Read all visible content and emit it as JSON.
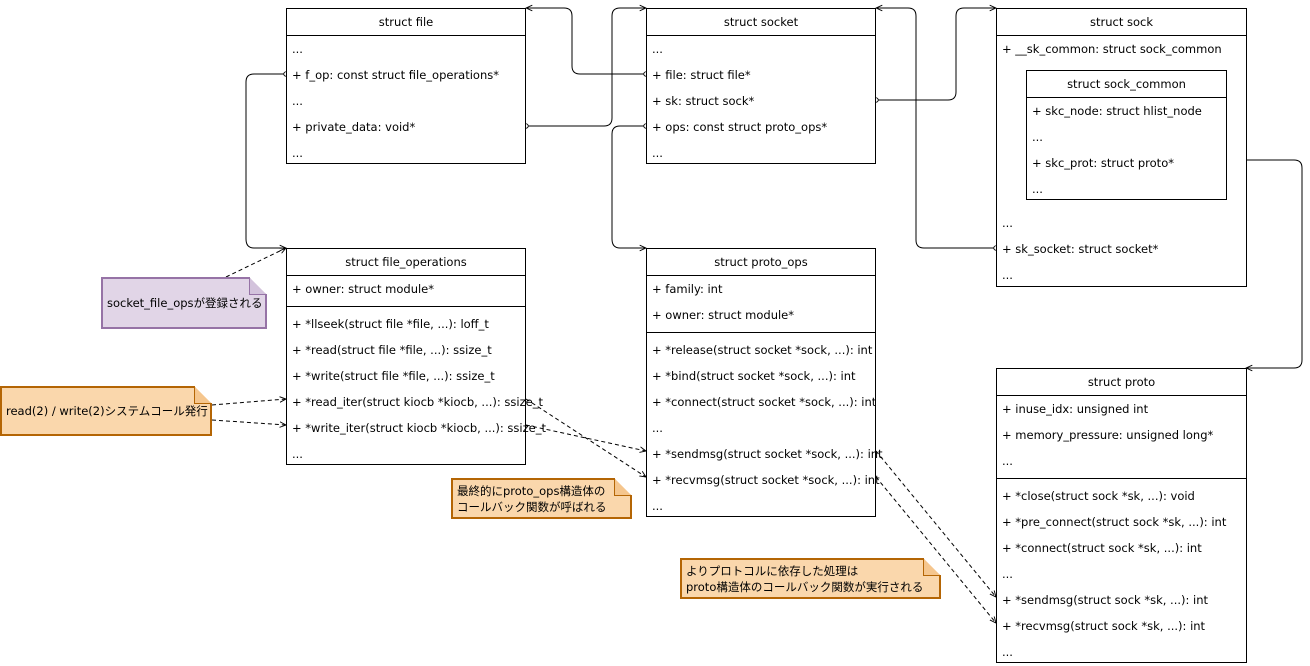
{
  "classes": {
    "file": {
      "title": "struct file",
      "rows": [
        "...",
        "+ f_op: const struct file_operations*",
        "...",
        "+ private_data: void*",
        "..."
      ]
    },
    "socket": {
      "title": "struct socket",
      "rows": [
        "...",
        "+ file: struct file*",
        "+ sk: struct sock*",
        "+ ops: const struct proto_ops*",
        "..."
      ]
    },
    "sock": {
      "title": "struct sock",
      "rows_top": [
        "+ __sk_common: struct sock_common"
      ],
      "rows_bottom": [
        "...",
        "+ sk_socket: struct socket*",
        "..."
      ]
    },
    "sock_common": {
      "title": "struct sock_common",
      "rows": [
        "+ skc_node: struct hlist_node",
        "...",
        "+ skc_prot: struct proto*",
        "..."
      ]
    },
    "file_operations": {
      "title": "struct file_operations",
      "fields": [
        "+ owner: struct module*"
      ],
      "methods": [
        "+ *llseek(struct file *file, ...): loff_t",
        "+ *read(struct file *file, ...): ssize_t",
        "+ *write(struct file *file, ...): ssize_t",
        "+ *read_iter(struct kiocb *kiocb, ...): ssize_t",
        "+ *write_iter(struct kiocb *kiocb, ...): ssize_t",
        "..."
      ]
    },
    "proto_ops": {
      "title": "struct proto_ops",
      "fields": [
        "+ family: int",
        "+ owner: struct module*"
      ],
      "methods": [
        "+ *release(struct socket *sock, ...): int",
        "+ *bind(struct socket *sock, ...): int",
        "+ *connect(struct socket *sock, ...): int",
        "...",
        "+ *sendmsg(struct socket *sock, ...): int",
        "+ *recvmsg(struct socket *sock, ...): int",
        "..."
      ]
    },
    "proto": {
      "title": "struct proto",
      "fields": [
        "+ inuse_idx: unsigned int",
        "+ memory_pressure: unsigned long*",
        "..."
      ],
      "methods": [
        "+ *close(struct sock *sk, ...): void",
        "+ *pre_connect(struct sock *sk, ...): int",
        "+ *connect(struct sock *sk, ...): int",
        "...",
        "+ *sendmsg(struct sock *sk, ...): int",
        "+ *recvmsg(struct sock *sk, ...): int",
        "..."
      ]
    }
  },
  "notes": {
    "socket_file_ops": "socket_file_opsが登録される",
    "syscall": "read(2) / write(2)システムコール発行",
    "proto_ops_callback": [
      "最終的にproto_ops構造体の",
      "コールバック関数が呼ばれる"
    ],
    "proto_callback": [
      "よりプロトコルに依存した処理は",
      "proto構造体のコールバック関数が実行される"
    ]
  },
  "colors": {
    "note_orange_fill": "#fad7ac",
    "note_orange_border": "#b46504",
    "note_purple_fill": "#e1d5e7",
    "note_purple_border": "#9673a6"
  }
}
